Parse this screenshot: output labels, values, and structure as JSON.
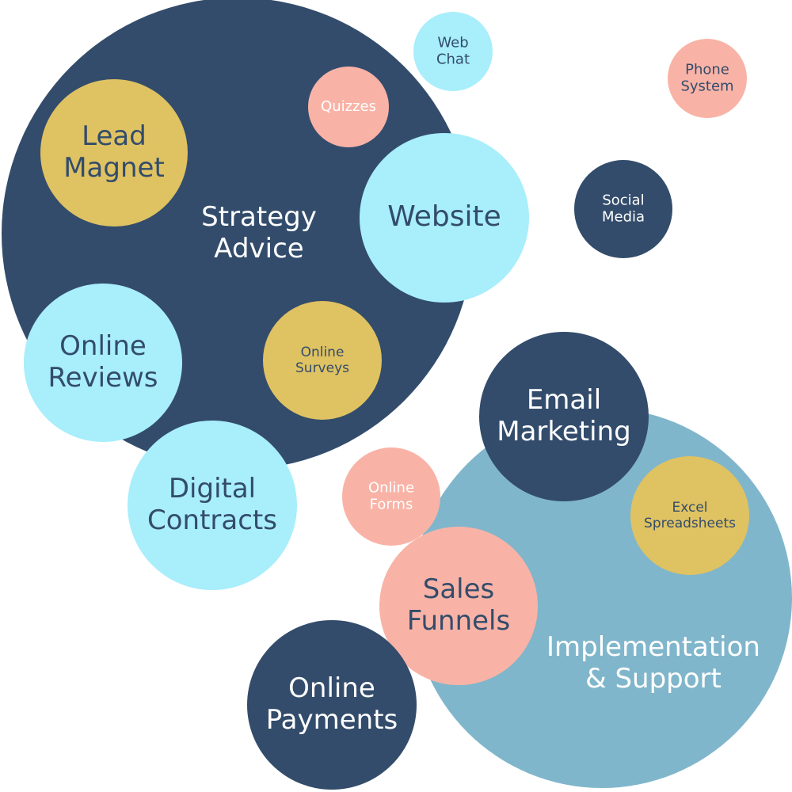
{
  "colors": {
    "navy": "#334c6b",
    "steel": "#80b6cb",
    "gold": "#dfc262",
    "pink": "#f9b3a6",
    "cyan": "#a8eefb",
    "white": "#ffffff"
  },
  "bubbles": [
    {
      "id": "strategy-advice",
      "lines": [
        "Strategy",
        "Advice"
      ],
      "color": "navy",
      "text": "white"
    },
    {
      "id": "implementation-support",
      "lines": [
        "Implementation",
        "& Support"
      ],
      "color": "steel",
      "text": "white"
    },
    {
      "id": "lead-magnet",
      "lines": [
        "Lead",
        "Magnet"
      ],
      "color": "gold",
      "text": "navy"
    },
    {
      "id": "quizzes",
      "lines": [
        "Quizzes"
      ],
      "color": "pink",
      "text": "white"
    },
    {
      "id": "web-chat",
      "lines": [
        "Web",
        "Chat"
      ],
      "color": "cyan",
      "text": "navy"
    },
    {
      "id": "phone-system",
      "lines": [
        "Phone",
        "System"
      ],
      "color": "pink",
      "text": "navy"
    },
    {
      "id": "website",
      "lines": [
        "Website"
      ],
      "color": "cyan",
      "text": "navy"
    },
    {
      "id": "social-media",
      "lines": [
        "Social",
        "Media"
      ],
      "color": "navy",
      "text": "white"
    },
    {
      "id": "online-reviews",
      "lines": [
        "Online",
        "Reviews"
      ],
      "color": "cyan",
      "text": "navy"
    },
    {
      "id": "online-surveys",
      "lines": [
        "Online",
        "Surveys"
      ],
      "color": "gold",
      "text": "navy"
    },
    {
      "id": "digital-contracts",
      "lines": [
        "Digital",
        "Contracts"
      ],
      "color": "cyan",
      "text": "navy"
    },
    {
      "id": "email-marketing",
      "lines": [
        "Email",
        "Marketing"
      ],
      "color": "navy",
      "text": "white"
    },
    {
      "id": "excel-spreadsheets",
      "lines": [
        "Excel",
        "Spreadsheets"
      ],
      "color": "gold",
      "text": "navy"
    },
    {
      "id": "online-forms",
      "lines": [
        "Online",
        "Forms"
      ],
      "color": "pink",
      "text": "white"
    },
    {
      "id": "sales-funnels",
      "lines": [
        "Sales",
        "Funnels"
      ],
      "color": "pink",
      "text": "navy"
    },
    {
      "id": "online-payments",
      "lines": [
        "Online",
        "Payments"
      ],
      "color": "navy",
      "text": "white"
    }
  ]
}
